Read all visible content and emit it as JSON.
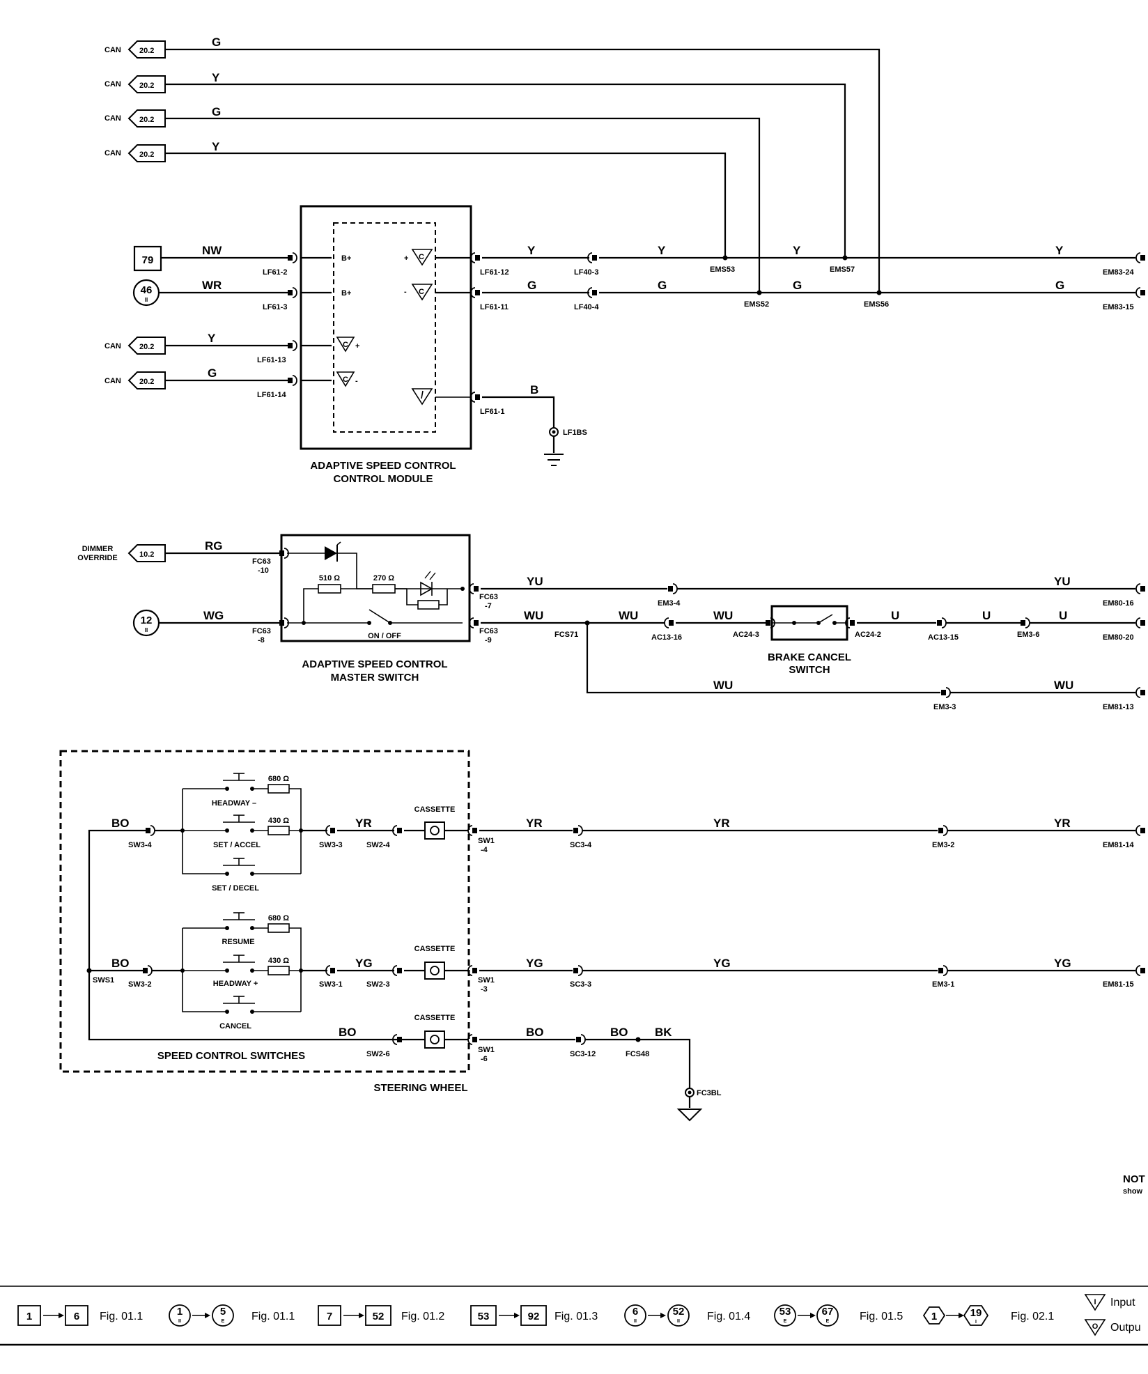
{
  "can_label": "CAN",
  "can_ref": "20.2",
  "dimmer": {
    "ref": "10.2",
    "line1": "DIMMER",
    "line2": "OVERRIDE"
  },
  "refs": {
    "box79": "79",
    "circle46": "46",
    "circle46_sub": "II",
    "circle12": "12",
    "circle12_sub": "II"
  },
  "wires": {
    "g": "G",
    "y": "Y",
    "nw": "NW",
    "wr": "WR",
    "b": "B",
    "rg": "RG",
    "wg": "WG",
    "yu": "YU",
    "wu": "WU",
    "u": "U",
    "bo": "BO",
    "yr": "YR",
    "yg": "YG",
    "bk": "BK"
  },
  "pins": {
    "b_plus": "B+",
    "c_plus": "+",
    "c_minus": "-",
    "in_plus": "+",
    "in_minus": "-"
  },
  "connectors": {
    "lf61_2": "LF61-2",
    "lf61_3": "LF61-3",
    "lf61_13": "LF61-13",
    "lf61_14": "LF61-14",
    "lf61_12": "LF61-12",
    "lf61_11": "LF61-11",
    "lf61_1": "LF61-1",
    "lf40_3": "LF40-3",
    "lf40_4": "LF40-4",
    "lf1bs": "LF1BS",
    "ems53": "EMS53",
    "ems52": "EMS52",
    "ems57": "EMS57",
    "ems56": "EMS56",
    "em83_24": "EM83-24",
    "em83_15": "EM83-15",
    "fc63": "FC63",
    "fc63_10": "-10",
    "fc63_8": "-8",
    "fc63_7": "-7",
    "fc63_9": "-9",
    "fcs71": "FCS71",
    "em3_4": "EM3-4",
    "ac13_16": "AC13-16",
    "ac24_3": "AC24-3",
    "ac24_2": "AC24-2",
    "ac13_15": "AC13-15",
    "em3_6": "EM3-6",
    "em80_16": "EM80-16",
    "em80_20": "EM80-20",
    "em3_3": "EM3-3",
    "em81_13": "EM81-13",
    "sw3_4": "SW3-4",
    "sw3_3": "SW3-3",
    "sw2_4": "SW2-4",
    "sw1": "SW1",
    "sw1_4": "-4",
    "sc3_4": "SC3-4",
    "em3_2": "EM3-2",
    "em81_14": "EM81-14",
    "sws1": "SWS1",
    "sw3_2": "SW3-2",
    "sw3_1": "SW3-1",
    "sw2_3": "SW2-3",
    "sw1_3": "-3",
    "sc3_3": "SC3-3",
    "em3_1": "EM3-1",
    "em81_15": "EM81-15",
    "sw2_6": "SW2-6",
    "sw1_6": "-6",
    "sc3_12": "SC3-12",
    "fcs48": "FCS48",
    "fc3bl": "FC3BL"
  },
  "components": {
    "acc_module_1": "ADAPTIVE SPEED CONTROL",
    "acc_module_2": "CONTROL MODULE",
    "master_switch_1": "ADAPTIVE SPEED CONTROL",
    "master_switch_2": "MASTER SWITCH",
    "on_off": "ON / OFF",
    "brake_cancel_1": "BRAKE CANCEL",
    "brake_cancel_2": "SWITCH",
    "speed_switches": "SPEED CONTROL SWITCHES",
    "steering_wheel": "STEERING WHEEL",
    "cassette": "CASSETTE",
    "headway_minus": "HEADWAY –",
    "set_accel": "SET / ACCEL",
    "set_decel": "SET / DECEL",
    "resume": "RESUME",
    "headway_plus": "HEADWAY +",
    "cancel": "CANCEL"
  },
  "resistors": {
    "r510": "510 Ω",
    "r270": "270 Ω",
    "r680": "680 Ω",
    "r430": "430 Ω"
  },
  "note": {
    "line1": "NOT",
    "line2": "show"
  },
  "legend": {
    "items": [
      {
        "from": "1",
        "to": "6",
        "fig": "Fig. 01.1"
      },
      {
        "from": "1",
        "from_sub": "II",
        "to": "5",
        "to_sub": "E",
        "fig": "Fig. 01.1"
      },
      {
        "from": "7",
        "to": "52",
        "fig": "Fig. 01.2"
      },
      {
        "from": "53",
        "to": "92",
        "fig": "Fig. 01.3"
      },
      {
        "from": "6",
        "from_sub": "II",
        "to": "52",
        "to_sub": "II",
        "fig": "Fig. 01.4"
      },
      {
        "from": "53",
        "from_sub": "E",
        "to": "67",
        "to_sub": "E",
        "fig": "Fig. 01.5"
      },
      {
        "from": "1",
        "to": "19",
        "to_sub": "I",
        "fig": "Fig. 02.1"
      }
    ],
    "input": "Input",
    "output": "Outpu",
    "input_glyph": "I",
    "output_glyph": "O"
  }
}
